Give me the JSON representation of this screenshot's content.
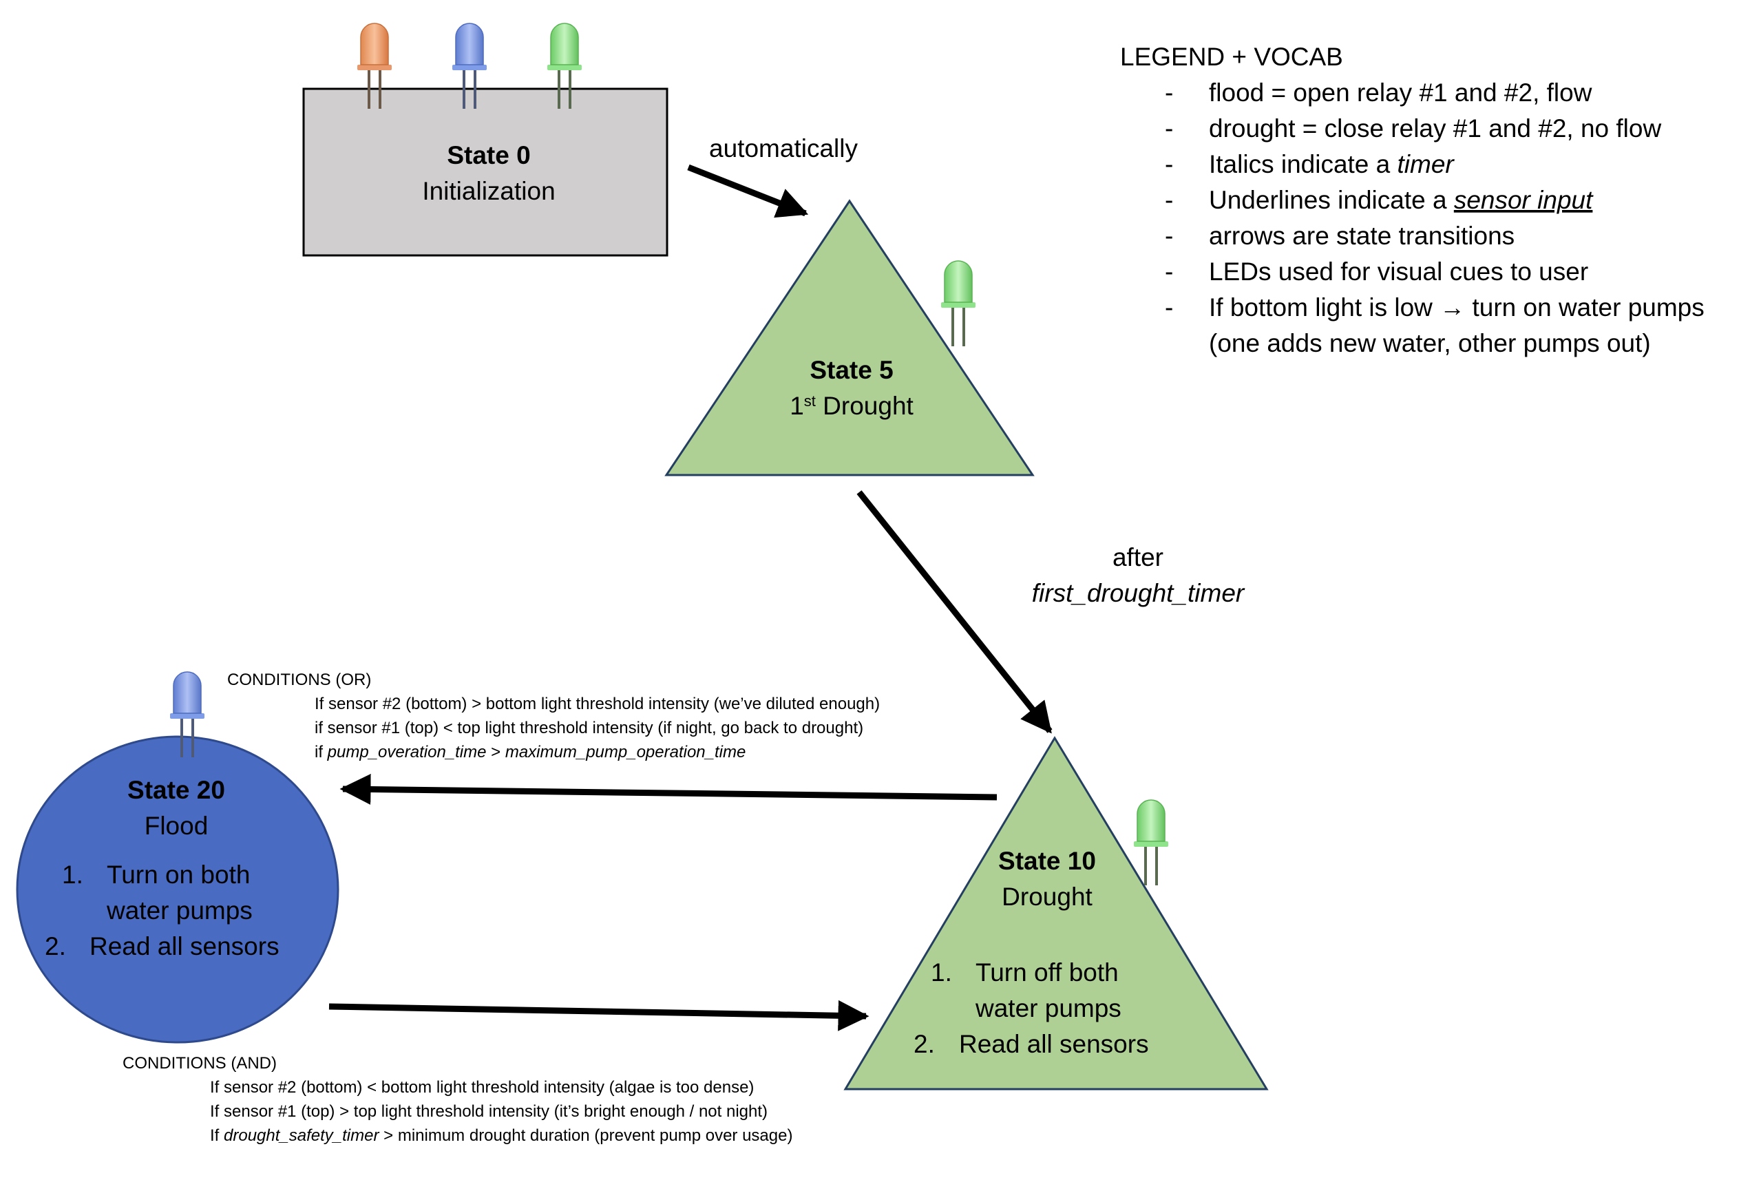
{
  "colors": {
    "state0_fill": "#D0CECE",
    "triangle_fill": "#AFD095",
    "triangle_stroke": "#243F60",
    "circle_fill": "#4A6BC2",
    "circle_stroke": "#2E4A8C",
    "led_orange": "#F4A46C",
    "led_blue": "#7E9CE8",
    "led_green": "#8FE38A",
    "arrow": "#000000"
  },
  "state0": {
    "title": "State 0",
    "subtitle": "Initialization"
  },
  "state5": {
    "title": "State 5",
    "subtitle_pre": "1",
    "subtitle_sup": "st",
    "subtitle_post": " Drought"
  },
  "state10": {
    "title": "State 10",
    "subtitle": "Drought",
    "steps": [
      {
        "num": "1.",
        "text": "Turn off both"
      },
      {
        "num": "",
        "text": "water pumps"
      },
      {
        "num": "2.",
        "text": "Read all sensors"
      }
    ]
  },
  "state20": {
    "title": "State 20",
    "subtitle": "Flood",
    "steps": [
      {
        "num": "1.",
        "text": "Turn on both"
      },
      {
        "num": "",
        "text": "water pumps"
      },
      {
        "num": "2.",
        "text": "Read all sensors"
      }
    ]
  },
  "transitions": {
    "auto_label": "automatically",
    "after_label": "after",
    "timer_label": "first_drought_timer"
  },
  "conditions_or": {
    "heading": "CONDITIONS (OR)",
    "line1": "If sensor #2 (bottom) > bottom light threshold intensity (we’ve diluted enough)",
    "line2": "if sensor #1 (top) < top light threshold intensity (if night, go back to drought)",
    "line3_pre": "if ",
    "line3_a": "pump_overation_time",
    "line3_mid": " > ",
    "line3_b": "maximum_pump_operation_time"
  },
  "conditions_and": {
    "heading": "CONDITIONS (AND)",
    "line1": "If sensor #2 (bottom) < bottom light threshold intensity (algae is too dense)",
    "line2": "If sensor #1 (top) > top light threshold intensity (it’s bright enough / not night)",
    "line3_pre": "If ",
    "line3_a": "drought_safety_timer",
    "line3_post": " > minimum drought duration (prevent pump over usage)"
  },
  "legend": {
    "heading": "LEGEND + VOCAB",
    "dash": "-",
    "items": [
      {
        "text": "flood = open relay #1 and #2, flow"
      },
      {
        "text": "drought = close relay #1 and #2, no flow"
      },
      {
        "pre": "Italics indicate a ",
        "em": "timer"
      },
      {
        "pre": "Underlines indicate a ",
        "u": "sensor input"
      },
      {
        "text": "arrows are state transitions"
      },
      {
        "text": "LEDs used for visual cues to user"
      },
      {
        "pre": "If bottom light is low ",
        "arrow": "→",
        "post": " turn on water pumps"
      }
    ],
    "continuation": "(one adds new water, other pumps out)"
  }
}
